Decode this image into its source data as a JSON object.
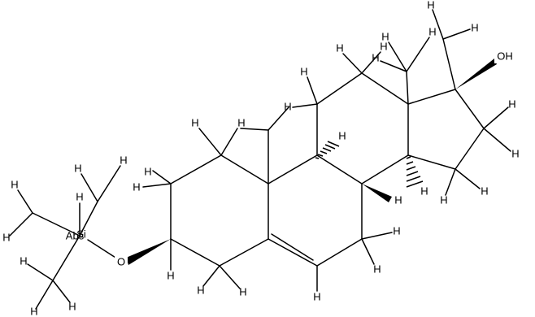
{
  "diagram": {
    "type": "chemical-structure",
    "atoms": [
      {
        "id": "O1",
        "label": "OH"
      },
      {
        "id": "O2",
        "label": "O"
      },
      {
        "id": "SI",
        "label": "Si"
      },
      {
        "id": "ABS",
        "label": "Abs"
      }
    ],
    "hydrogen_label": "H"
  }
}
